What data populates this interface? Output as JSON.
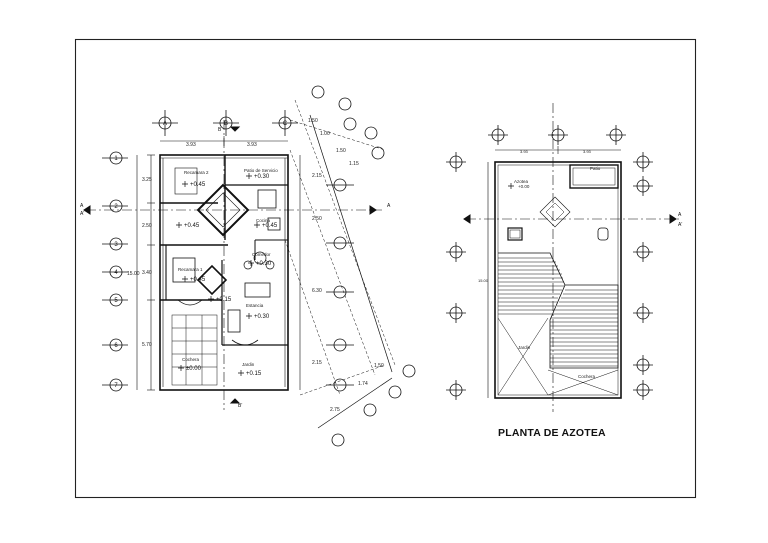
{
  "sheet": {
    "roof_plan_title": "PLANTA DE AZOTEA"
  },
  "ground_floor": {
    "top_dims": [
      "3.93",
      "3.93"
    ],
    "left_dims": [
      "3.25",
      "2.50",
      "3.40",
      "5.70"
    ],
    "total_height": "15.00",
    "right_dims": [
      "2.15",
      "2.50",
      "6.30",
      "2.15"
    ],
    "diag_dims": [
      "1.50",
      "1.00",
      "1.50",
      "1.15",
      "1.50",
      "1.74",
      "2.75"
    ],
    "rooms": [
      {
        "name": "Recamara 2",
        "level": "+0.45"
      },
      {
        "name": "Patio de Servicio",
        "level": "+0.30"
      },
      {
        "name": "",
        "level": "+0.45"
      },
      {
        "name": "Cocina",
        "level": "+0.45"
      },
      {
        "name": "Comedor",
        "level": "+0.30"
      },
      {
        "name": "Recamara 1",
        "level": "+0.45"
      },
      {
        "name": "",
        "level": "+0.15"
      },
      {
        "name": "Estancia",
        "level": "+0.30"
      },
      {
        "name": "Cochera",
        "level": "±0.00"
      },
      {
        "name": "Jardin",
        "level": "+0.15"
      }
    ],
    "axis_letters": [
      "A",
      "B",
      "C"
    ],
    "axis_numbers": [
      "1",
      "2",
      "3",
      "4",
      "5",
      "6",
      "7"
    ],
    "cut_labels": [
      "A",
      "A'",
      "B",
      "B'"
    ]
  },
  "roof_plan": {
    "top_dims": [
      "3.93",
      "3.93"
    ],
    "total_height": "15.00",
    "labels": [
      "Azotea",
      "Patio",
      "Jardin",
      "Cochera"
    ],
    "level": "+0.00",
    "cut_labels": [
      "A",
      "A'"
    ]
  }
}
